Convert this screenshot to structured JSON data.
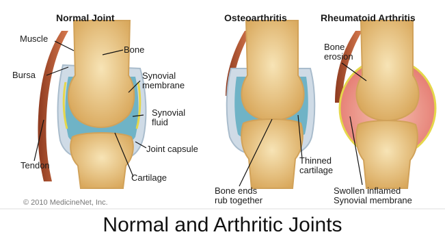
{
  "panels": {
    "normal": {
      "title": "Normal Joint"
    },
    "osteo": {
      "title": "Osteoarthritis"
    },
    "rheum": {
      "title": "Rheumatoid Arthritis"
    }
  },
  "labels": {
    "muscle": "Muscle",
    "bursa": "Bursa",
    "tendon": "Tendon",
    "bone": "Bone",
    "synovial_membrane": "Synovial\nmembrane",
    "synovial_fluid": "Synovial\nfluid",
    "joint_capsule": "Joint capsule",
    "cartilage": "Cartilage",
    "bone_ends": "Bone ends\nrub together",
    "thinned_cartilage": "Thinned\ncartilage",
    "bone_erosion": "Bone\nerosion",
    "swollen_membrane": "Swollen inflamed\nSynovial membrane"
  },
  "copyright": "© 2010 MedicineNet, Inc.",
  "main_title": "Normal and Arthritic Joints",
  "colors": {
    "bone": "#f1d39a",
    "bone_dark": "#d9aa5e",
    "fluid": "#79b9c9",
    "muscle": "#b7532f",
    "capsule": "#c9d6e3",
    "membrane_yellow": "#e4d64a",
    "inflamed": "#e98f84"
  }
}
